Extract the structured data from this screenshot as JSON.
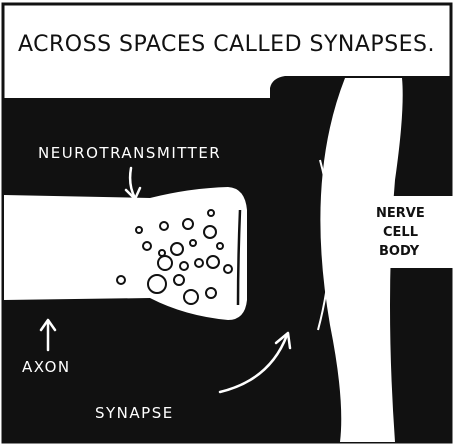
{
  "caption": "ACROSS SPACES CALLED SYNAPSES.",
  "labels": {
    "neurotransmitter": "NEUROTRANSMITTER",
    "axon": "AXON",
    "synapse": "SYNAPSE",
    "nerve_cell_body_line1": "NERVE",
    "nerve_cell_body_line2": "CELL",
    "nerve_cell_body_line3": "BODY"
  },
  "colors": {
    "ink": "#111111",
    "paper": "#ffffff"
  }
}
